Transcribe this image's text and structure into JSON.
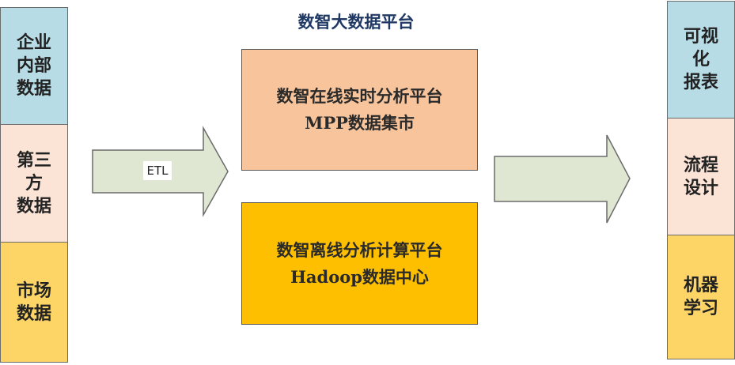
{
  "title": "数智大数据平台",
  "sources": [
    {
      "label": "企业\n内部\n数据",
      "color": "#b8dce6"
    },
    {
      "label": "第三\n方\n数据",
      "color": "#fbe4d6"
    },
    {
      "label": "市场\n数据",
      "color": "#fdd466"
    }
  ],
  "etl_label": "ETL",
  "platforms": {
    "online": {
      "line1": "数智在线实时分析平台",
      "line2": "MPP数据集市",
      "color": "#f8c49c"
    },
    "offline": {
      "line1": "数智离线分析计算平台",
      "line2": "Hadoop数据中心",
      "color": "#fdbf00"
    }
  },
  "outputs": [
    {
      "label": "可视\n化\n报表",
      "color": "#b8dce6"
    },
    {
      "label": "流程\n设计",
      "color": "#fbe4d6"
    },
    {
      "label": "机器\n学习",
      "color": "#fdd466"
    }
  ],
  "arrow_color": "#dfe7d3"
}
